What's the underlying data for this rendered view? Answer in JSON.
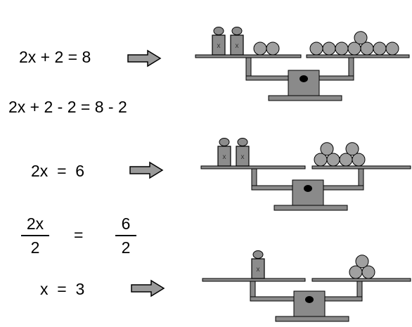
{
  "steps": [
    {
      "equation": "2x + 2 = 8",
      "left_x_weights": 2,
      "left_units": 2,
      "right_units": 8
    },
    {
      "equation": "2x + 2 - 2 = 8 - 2"
    },
    {
      "equation": "2x  =  6",
      "left_x_weights": 2,
      "left_units": 0,
      "right_units": 6
    },
    {
      "fraction_left": {
        "numerator": "2x",
        "denominator": "2"
      },
      "equals": "=",
      "fraction_right": {
        "numerator": "6",
        "denominator": "2"
      }
    },
    {
      "equation": "x  =  3",
      "left_x_weights": 1,
      "left_units": 0,
      "right_units": 3
    }
  ],
  "weight_label": "x",
  "colors": {
    "weight_fill": "#8c8c8c",
    "ball_fill": "#a0a0a0",
    "scale_fill": "#8a8a8a",
    "arrow_fill": "#9a9a9a",
    "stroke": "#000000"
  }
}
